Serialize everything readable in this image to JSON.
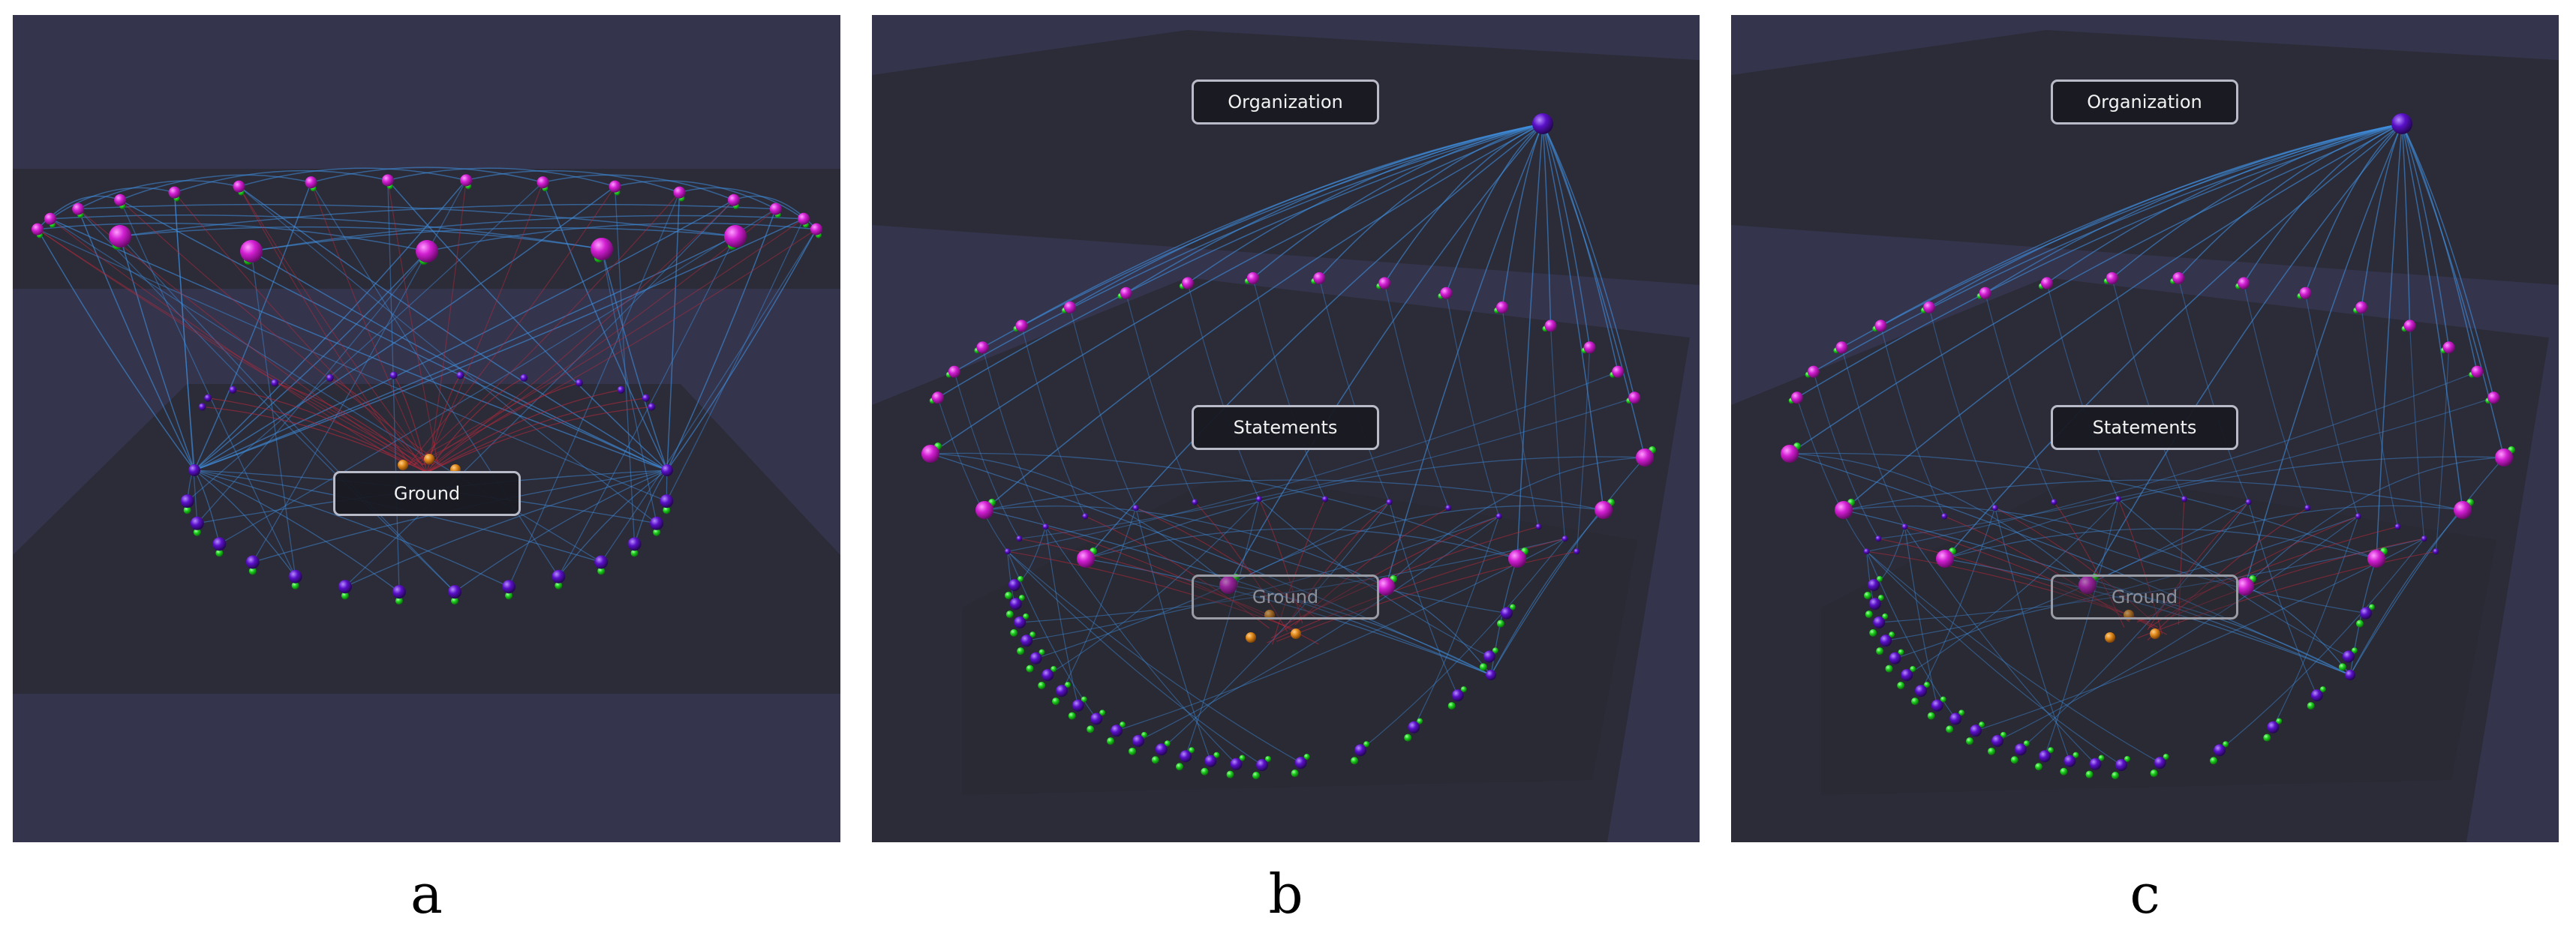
{
  "panels": [
    {
      "label": "a",
      "tags": [
        "Ground"
      ]
    },
    {
      "label": "b",
      "tags": [
        "Organization",
        "Statements",
        "Ground"
      ]
    },
    {
      "label": "c",
      "tags": [
        "Organization",
        "Statements",
        "Ground"
      ]
    }
  ],
  "colors": {
    "background": "#34354d",
    "plane": "#2a2a33",
    "edge_blue": "#3f8fe0",
    "edge_red": "#c0283a",
    "node_magenta": "#d21fd2",
    "node_purple": "#5a10c8",
    "node_green": "#1ed01e",
    "node_orange": "#e08a1c"
  }
}
